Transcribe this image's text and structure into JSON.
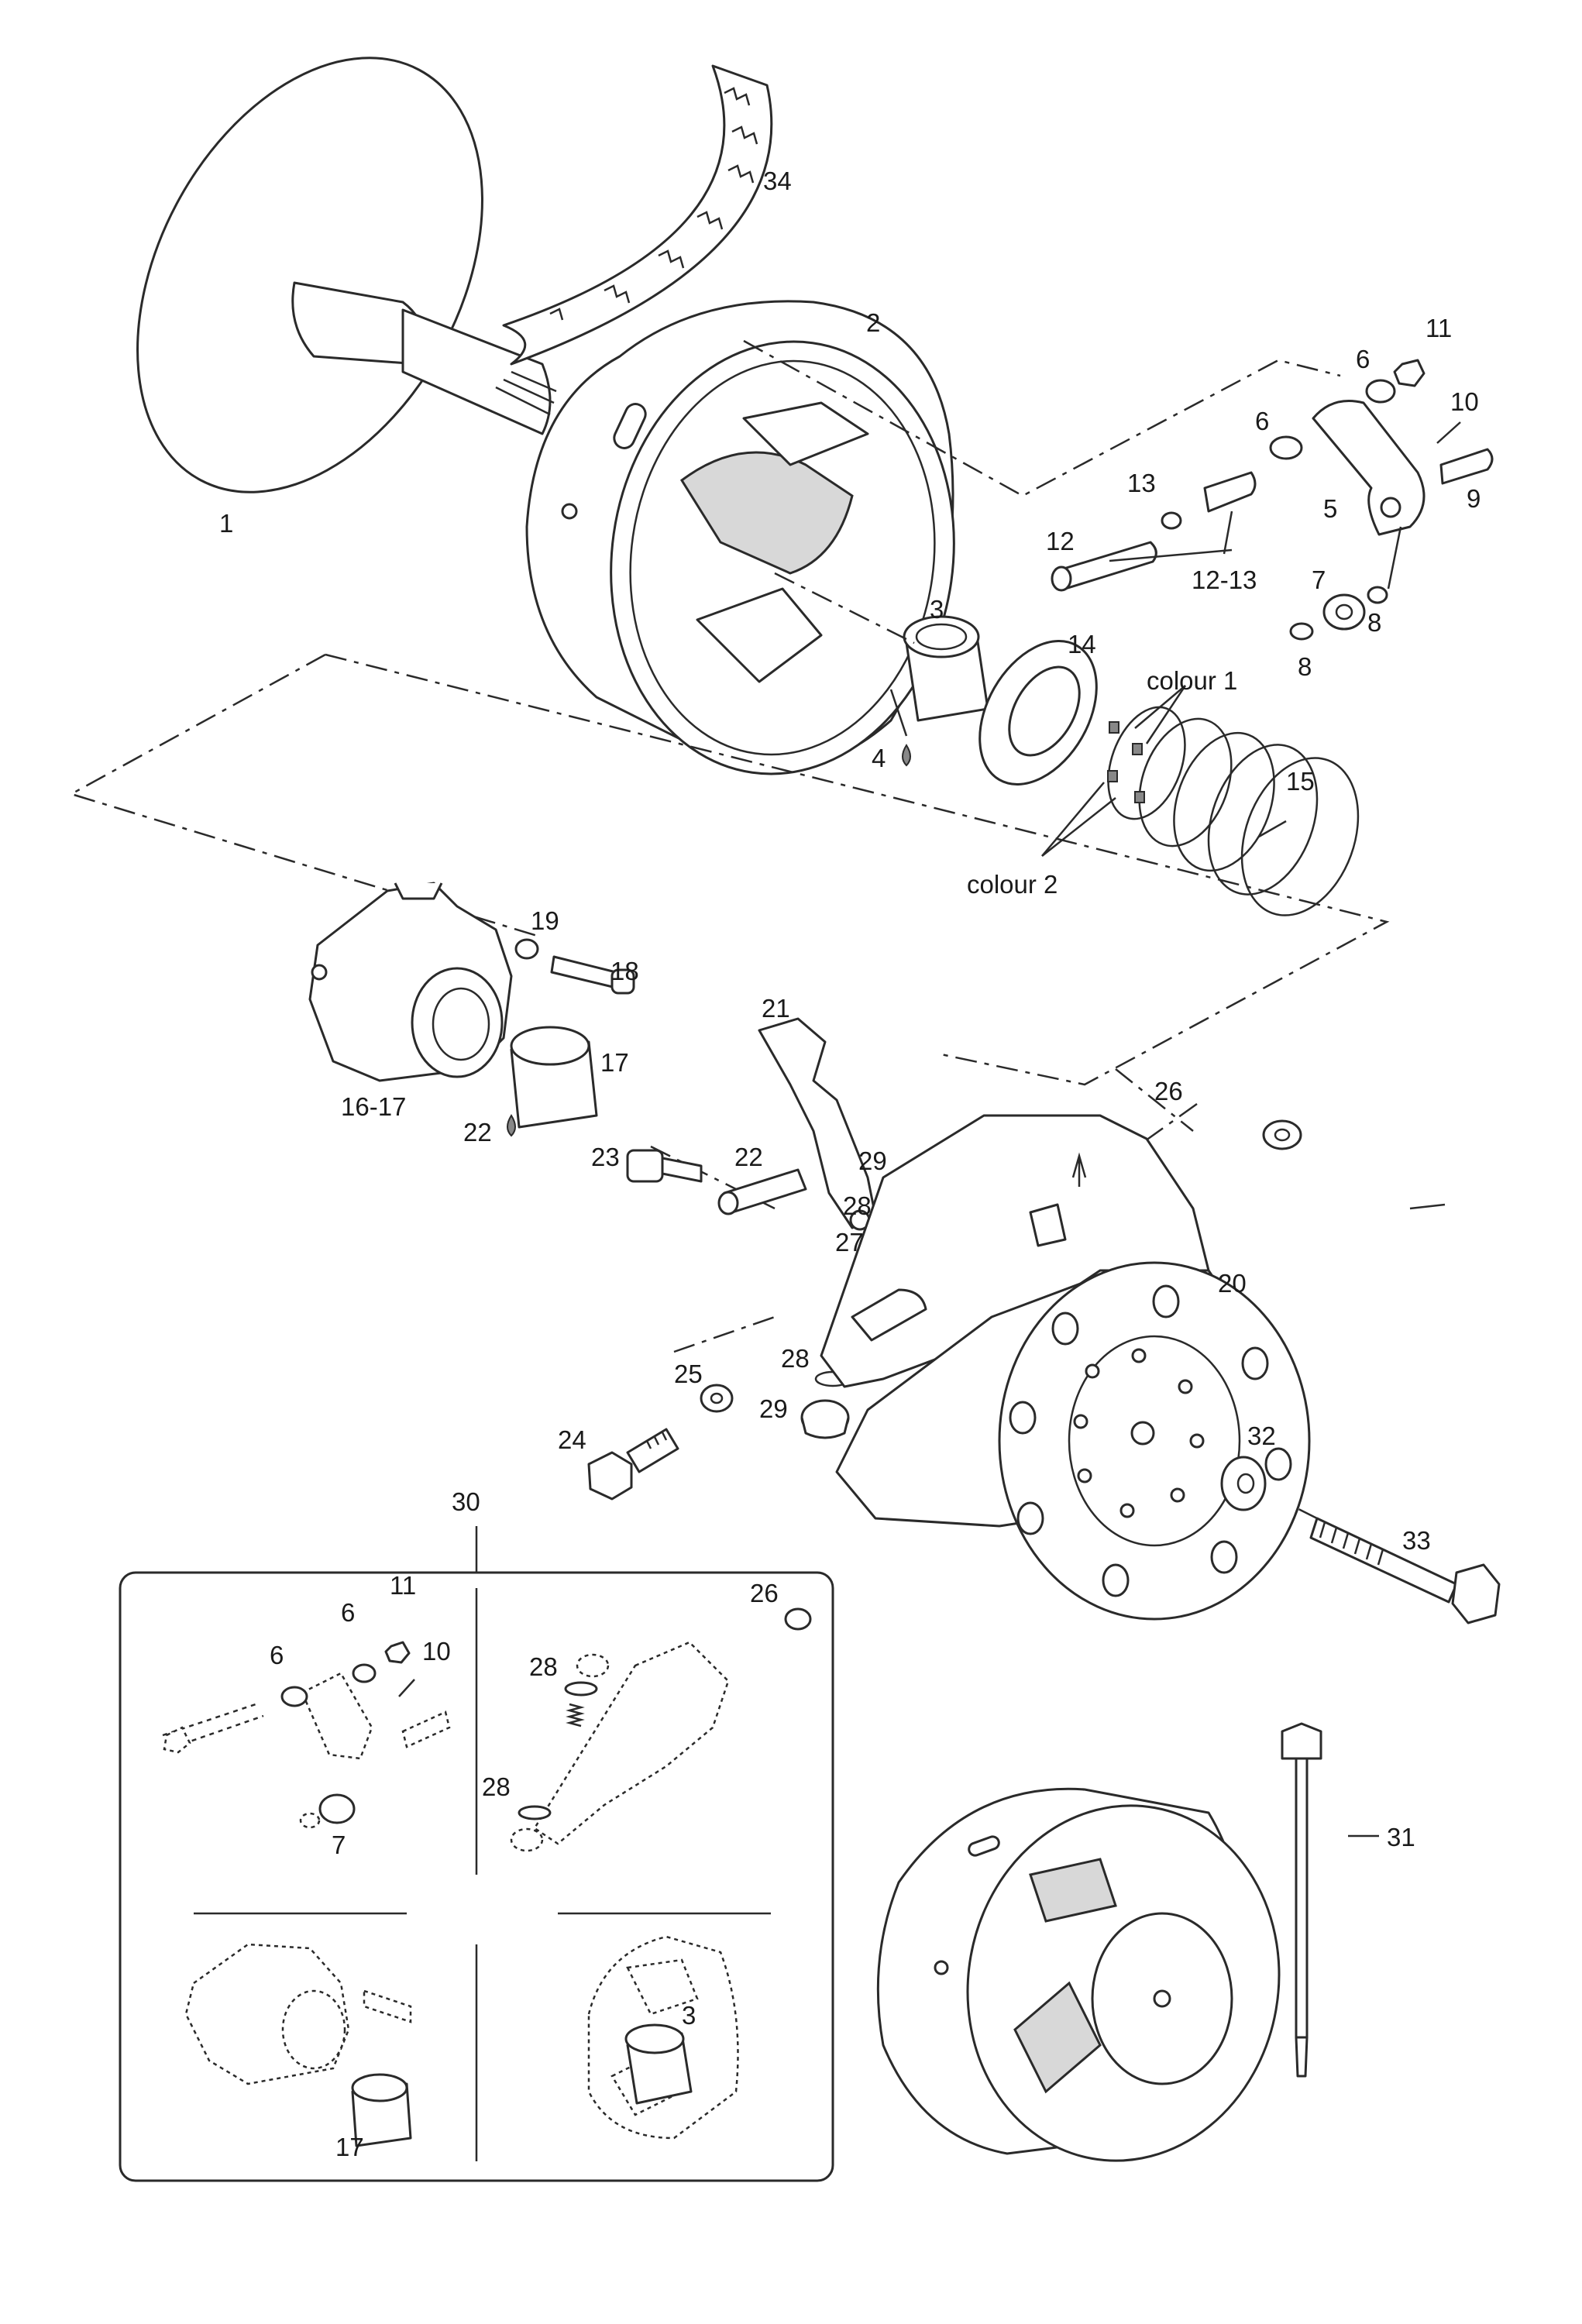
{
  "callouts": {
    "c1": "1",
    "c2": "2",
    "c3": "3",
    "c4": "4",
    "c5": "5",
    "c6a": "6",
    "c6b": "6",
    "c7": "7",
    "c8a": "8",
    "c8b": "8",
    "c9": "9",
    "c10": "10",
    "c11": "11",
    "c12": "12",
    "c12_13": "12-13",
    "c13": "13",
    "c14": "14",
    "c15": "15",
    "c16_17": "16-17",
    "c17": "17",
    "c18": "18",
    "c19": "19",
    "c20": "20",
    "c21": "21",
    "c22a": "22",
    "c22b": "22",
    "c23": "23",
    "c24": "24",
    "c25": "25",
    "c26": "26",
    "c27": "27",
    "c28a": "28",
    "c28b": "28",
    "c29a": "29",
    "c29b": "29",
    "c30": "30",
    "c31": "31",
    "c32": "32",
    "c33": "33",
    "c34": "34",
    "colour1": "colour 1",
    "colour2": "colour 2"
  },
  "inset_callouts": {
    "i11": "11",
    "i6a": "6",
    "i6b": "6",
    "i10": "10",
    "i7": "7",
    "i26": "26",
    "i28a": "28",
    "i28b": "28",
    "i3": "3",
    "i17": "17"
  },
  "icons": [
    "grease-drop-icon"
  ]
}
